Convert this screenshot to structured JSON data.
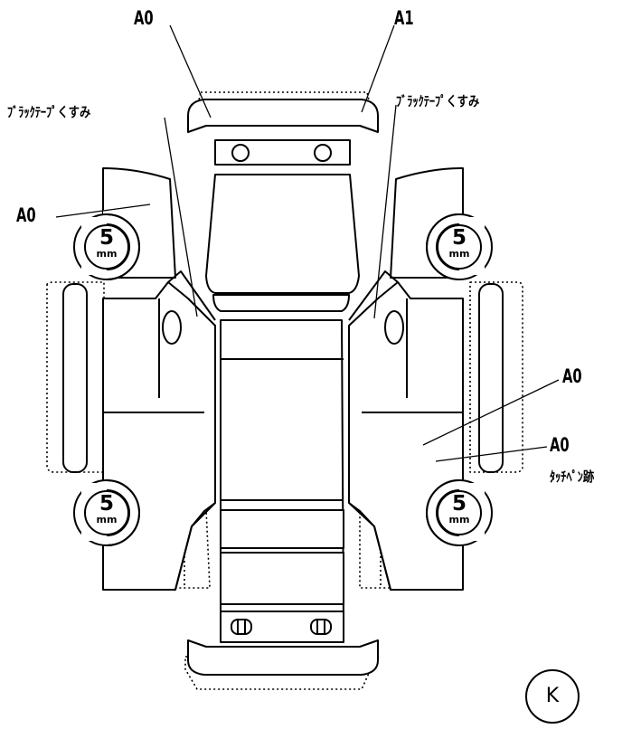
{
  "labels": {
    "front_bumper_left": "A0",
    "front_bumper_right": "A1",
    "tape_left": "ﾌﾞﾗｯｸﾃｰﾌﾟくすみ",
    "tape_right": "ﾌﾞﾗｯｸﾃｰﾌﾟくすみ",
    "left_fender": "A0",
    "right_door_upper": "A0",
    "right_door_lower": "A0",
    "touch_pen": "ﾀｯﾁﾍﾟﾝ跡"
  },
  "tire_gauges": [
    {
      "value": "5",
      "unit": "mm"
    },
    {
      "value": "5",
      "unit": "mm"
    },
    {
      "value": "5",
      "unit": "mm"
    },
    {
      "value": "5",
      "unit": "mm"
    }
  ],
  "stamp": "K"
}
